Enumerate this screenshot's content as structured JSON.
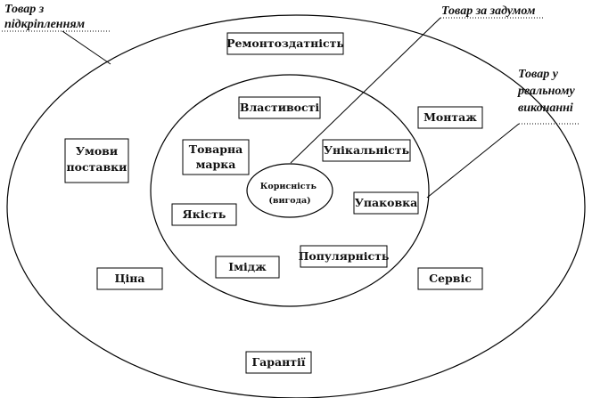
{
  "diagram": {
    "labels": {
      "augmented": [
        "Товар з",
        "підкріпленням"
      ],
      "concept": [
        "Товар за задумом"
      ],
      "actual": [
        "Товар у",
        "реальному",
        "виконанні"
      ]
    },
    "core": {
      "line1": "Корисність",
      "line2": "(вигода)"
    },
    "actual_ring": {
      "items": [
        "Властивості",
        "Товарна марка",
        "Унікальність",
        "Упаковка",
        "Якість",
        "Популярність",
        "Імідж"
      ]
    },
    "augmented_ring": {
      "items": [
        "Ремонтоздатність",
        "Монтаж",
        "Умови поставки",
        "Ціна",
        "Сервіс",
        "Гарантії"
      ]
    }
  }
}
